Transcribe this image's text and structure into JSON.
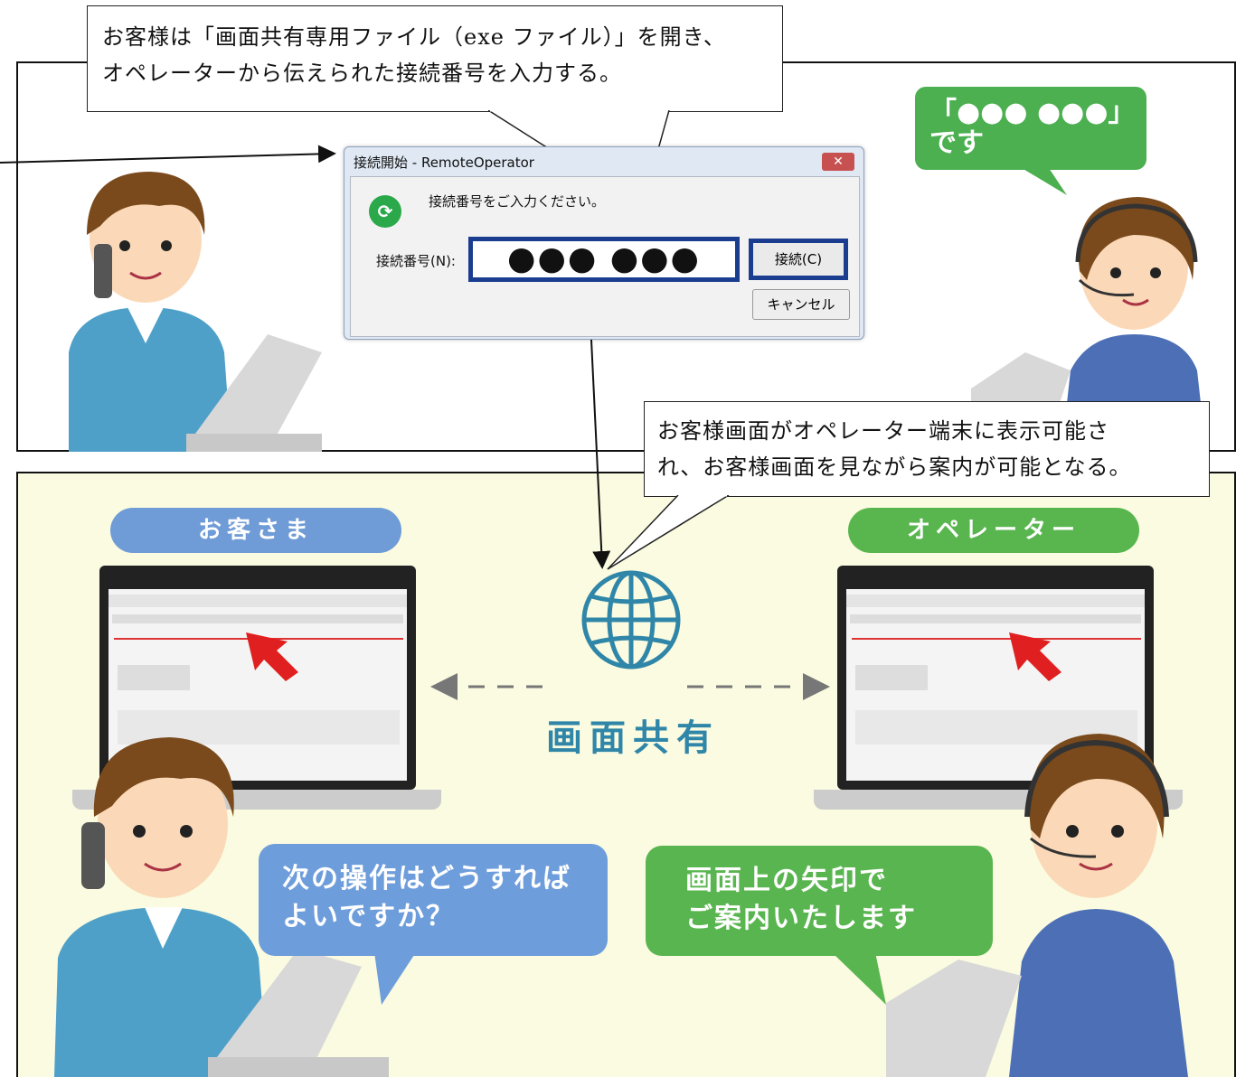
{
  "callouts": {
    "top_line1": "お客様は「画面共有専用ファイル（exe ファイル）」を開き、",
    "top_line2": "オペレーターから伝えられた接続番号を入力する。",
    "mid_line1": "お客様画面がオペレーター端末に表示可能さ",
    "mid_line2": "れ、お客様画面を見ながら案内が可能となる。"
  },
  "dialog": {
    "title": "接続開始 - RemoteOperator",
    "close": "✕",
    "message": "接続番号をご入力ください。",
    "label": "接続番号(N):",
    "input_value": "●●● ●●●",
    "connect_button": "接続(C)",
    "cancel_button": "キャンセル"
  },
  "operator_bubble_top": {
    "line1": "「●●● ●●●」",
    "line2": "です"
  },
  "labels": {
    "customer": "お客さま",
    "operator": "オペレーター",
    "screen_share": "画面共有"
  },
  "bubbles": {
    "customer_line1": "次の操作はどうすれば",
    "customer_line2": "よいですか？",
    "operator_line1": "画面上の矢印で",
    "operator_line2": "ご案内いたします"
  },
  "colors": {
    "customer_blue": "#6f9bd6",
    "operator_green": "#59b64f",
    "globe": "#2f86a8",
    "dialog_highlight": "#1a3d8f",
    "pointer_red": "#e02020"
  }
}
